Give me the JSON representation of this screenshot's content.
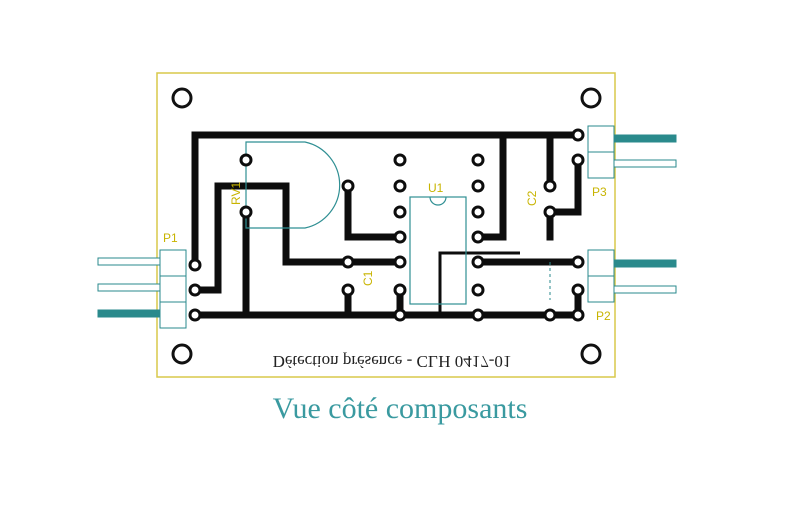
{
  "colors": {
    "board_outline": "#d8c84a",
    "track": "#0d0d0d",
    "pad": "#ffffff",
    "component_outline": "#2f8f93",
    "silkscreen": "#c8b400",
    "pin_teal": "#2a8a8c",
    "caption": "#3a9aa0"
  },
  "labels": {
    "rv1": "RV1",
    "u1": "U1",
    "c1": "C1",
    "c2": "C2",
    "p1": "P1",
    "p2": "P2",
    "p3": "P3"
  },
  "mirrored_text": "Détection présence - CLH 0417-01",
  "caption": "Vue côté composants"
}
